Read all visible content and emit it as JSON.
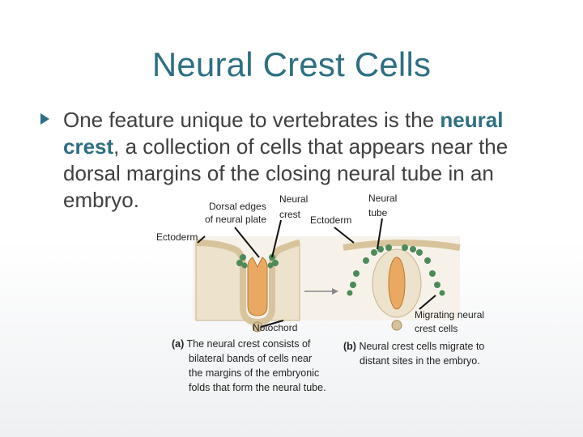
{
  "slide": {
    "title": "Neural Crest Cells",
    "bullet": {
      "pre": "One feature unique to vertebrates is the",
      "keyword1": "neural",
      "keyword2": "crest",
      "line2_rest": ", a collection of cells that appears near the",
      "line3": "dorsal margins of the closing neural tube in an",
      "line4": "embryo."
    },
    "bullet_color": "#2e6f82",
    "title_color": "#2e6f82"
  },
  "figure": {
    "labels": {
      "dorsal_edges_1": "Dorsal edges",
      "dorsal_edges_2": "of neural plate",
      "neural_crest_1": "Neural",
      "neural_crest_2": "crest",
      "ectoderm_top": "Ectoderm",
      "neural_tube_1": "Neural",
      "neural_tube_2": "tube",
      "ectoderm_left": "Ectoderm",
      "notochord": "Notochord",
      "migrating_1": "Migrating neural",
      "migrating_2": "crest cells"
    },
    "caption_a": {
      "marker": "(a)",
      "line1": "The neural crest consists of",
      "line2": "bilateral bands of cells near",
      "line3": "the margins of the embryonic",
      "line4": "folds that form the neural tube."
    },
    "caption_b": {
      "marker": "(b)",
      "line1": "Neural crest cells migrate to",
      "line2": "distant sites in the embryo."
    },
    "colors": {
      "crest_cells": "#4c8a5a",
      "tissue": "#e9dcc2",
      "tube": "#e9a962"
    }
  }
}
